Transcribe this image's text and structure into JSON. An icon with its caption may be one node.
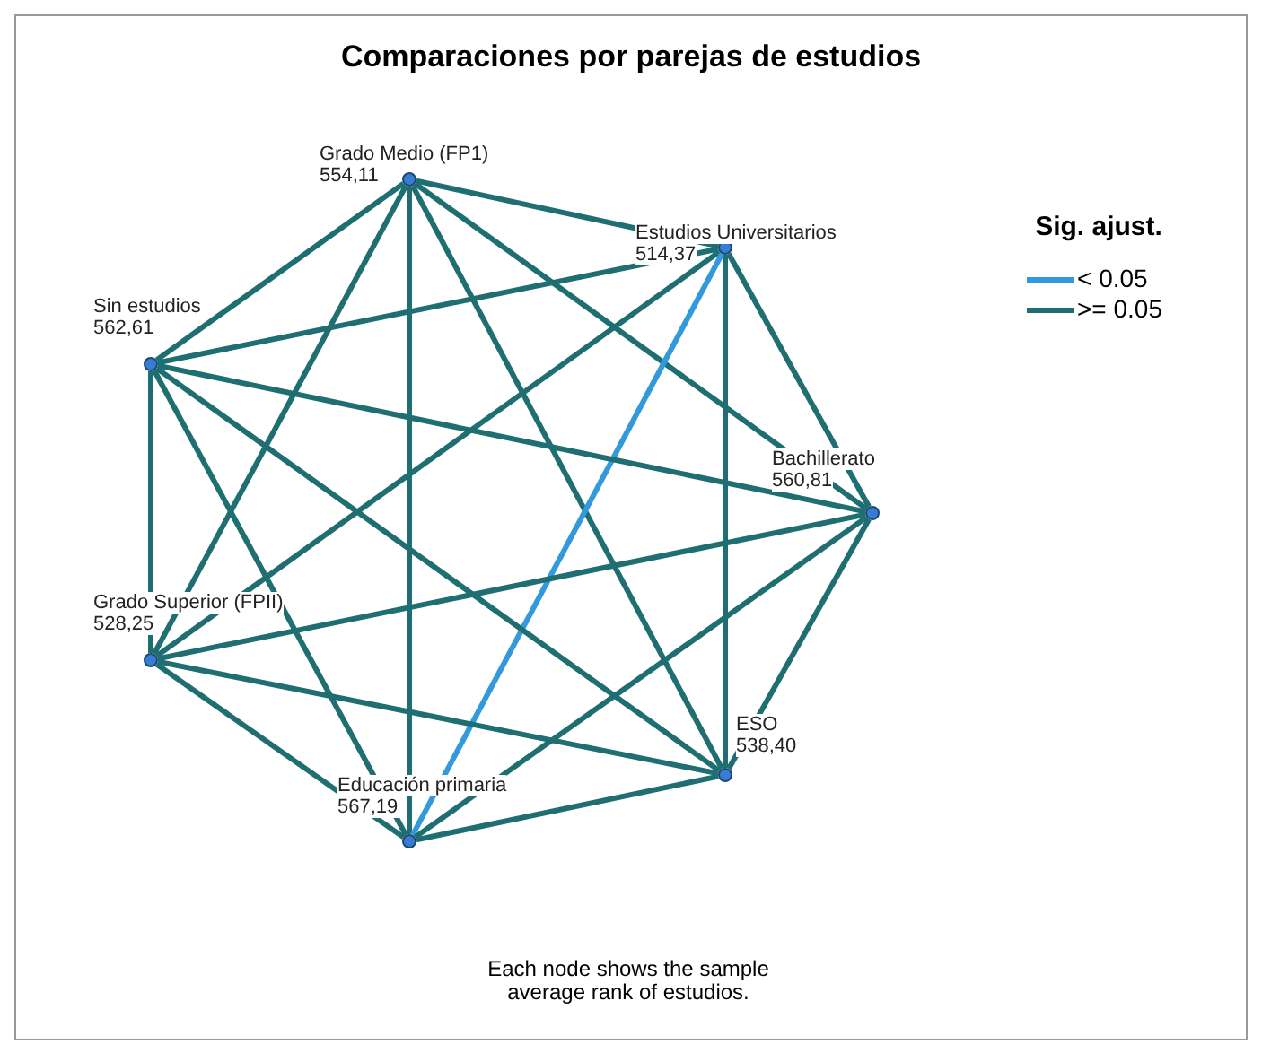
{
  "diagram": {
    "title": "Comparaciones por parejas de estudios",
    "caption": "Each node shows the sample average rank of estudios.",
    "nodes": [
      {
        "text": [],
        "shape": "circle",
        "beside": [
          "Grado Medio (FP1)",
          "554,11"
        ]
      },
      {
        "text": [],
        "shape": "circle",
        "beside": [
          "Estudios Universitarios",
          "514,37"
        ]
      },
      {
        "text": [],
        "shape": "circle",
        "beside": [
          "Sin estudios",
          "562,61"
        ]
      },
      {
        "text": [],
        "shape": "circle",
        "beside": [
          "Bachillerato",
          "560,81"
        ]
      },
      {
        "text": [],
        "shape": "circle",
        "beside": [
          "Grado Superior (FPII)",
          "528,25"
        ]
      },
      {
        "text": [],
        "shape": "circle",
        "beside": [
          "ESO",
          "538,40"
        ]
      },
      {
        "text": [],
        "shape": "circle",
        "beside": [
          "Educación primaria",
          "567,19"
        ]
      }
    ],
    "edges": [
      {
        "from": 0,
        "to": 1,
        "arrow": "none"
      },
      {
        "from": 0,
        "to": 2,
        "arrow": "none"
      },
      {
        "from": 0,
        "to": 3,
        "arrow": "none"
      },
      {
        "from": 0,
        "to": 4,
        "arrow": "none"
      },
      {
        "from": 0,
        "to": 5,
        "arrow": "none"
      },
      {
        "from": 0,
        "to": 6,
        "arrow": "none"
      },
      {
        "from": 1,
        "to": 2,
        "arrow": "none"
      },
      {
        "from": 1,
        "to": 3,
        "arrow": "none"
      },
      {
        "from": 1,
        "to": 4,
        "arrow": "none"
      },
      {
        "from": 1,
        "to": 5,
        "arrow": "none"
      },
      {
        "from": 1,
        "to": 6,
        "arrow": "none",
        "color": "#3399dd"
      },
      {
        "from": 2,
        "to": 3,
        "arrow": "none"
      },
      {
        "from": 2,
        "to": 4,
        "arrow": "none"
      },
      {
        "from": 2,
        "to": 5,
        "arrow": "none"
      },
      {
        "from": 2,
        "to": 6,
        "arrow": "none"
      },
      {
        "from": 3,
        "to": 4,
        "arrow": "none"
      },
      {
        "from": 3,
        "to": 5,
        "arrow": "none"
      },
      {
        "from": 3,
        "to": 6,
        "arrow": "none"
      },
      {
        "from": 4,
        "to": 5,
        "arrow": "none"
      },
      {
        "from": 4,
        "to": 6,
        "arrow": "none"
      },
      {
        "from": 5,
        "to": 6,
        "arrow": "none"
      }
    ],
    "labels": [
      "Sig. ajust."
    ],
    "legend": [
      {
        "text": "< 0.05"
      },
      {
        "text": ">= 0.05"
      }
    ]
  }
}
